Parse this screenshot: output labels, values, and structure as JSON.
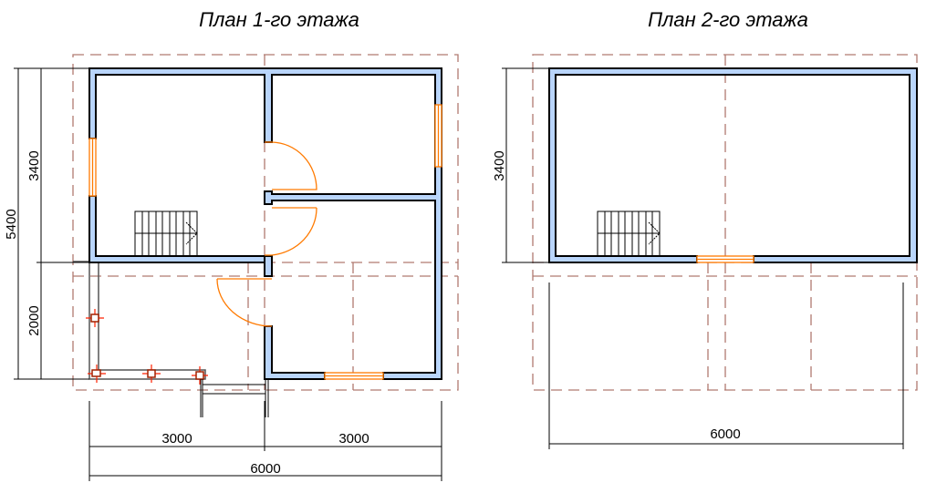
{
  "plans": [
    {
      "title": "План 1-го этажа",
      "dimensions": {
        "left_upper": "3400",
        "left_lower": "2000",
        "left_total": "5400",
        "bottom_left": "3000",
        "bottom_right": "3000",
        "bottom_total": "6000"
      }
    },
    {
      "title": "План 2-го этажа",
      "dimensions": {
        "left_upper": "3400",
        "bottom_total": "6000"
      }
    }
  ],
  "colors": {
    "wall_fill": "#b9d5fb",
    "openings": "#ff7a00",
    "grid": "#b07a70"
  }
}
